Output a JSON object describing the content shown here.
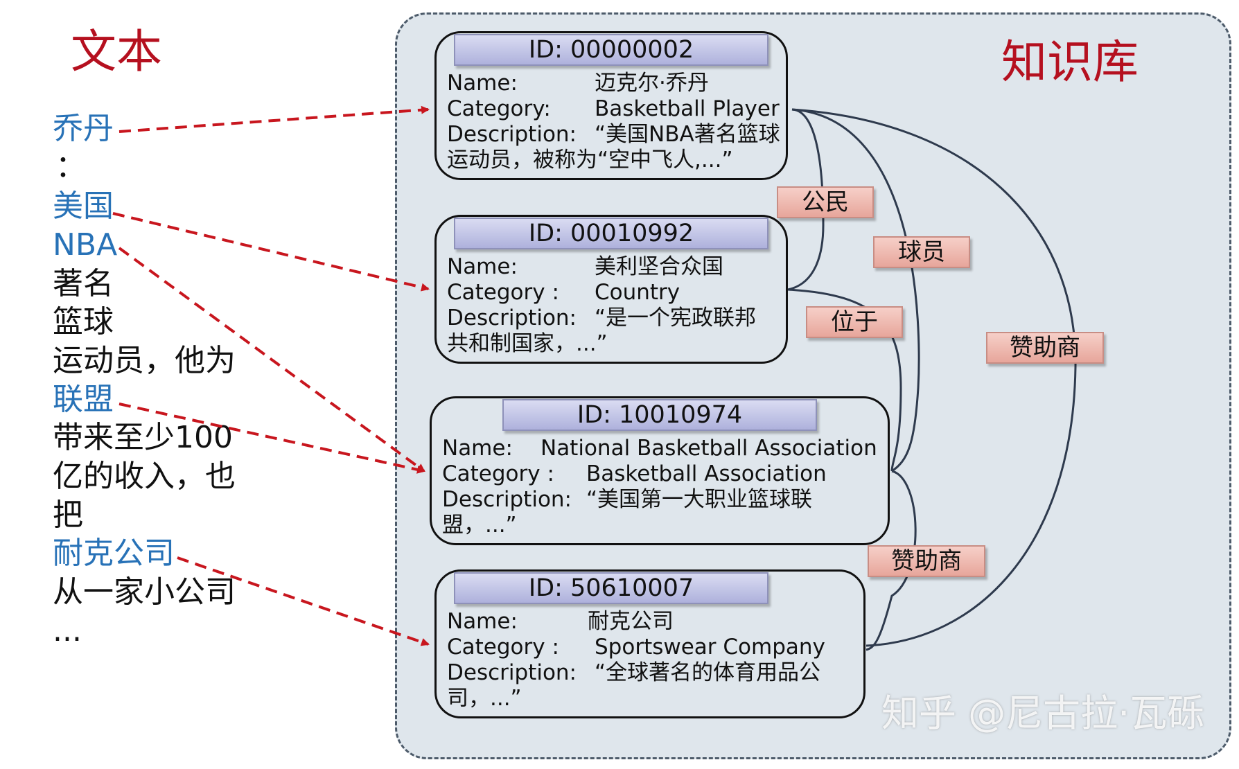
{
  "text_section": {
    "title": "文本",
    "words": [
      {
        "text": "乔丹",
        "highlight": true
      },
      {
        "text": "：",
        "highlight": false
      },
      {
        "text": "美国",
        "highlight": true
      },
      {
        "text": "NBA",
        "highlight": true
      },
      {
        "text": "著名",
        "highlight": false
      },
      {
        "text": "篮球",
        "highlight": false
      },
      {
        "text": "运动员，他为",
        "highlight": false
      },
      {
        "text": "联盟",
        "highlight": true
      },
      {
        "text": "带来至少100",
        "highlight": false
      },
      {
        "text": "亿的收入，也",
        "highlight": false
      },
      {
        "text": "把",
        "highlight": false
      },
      {
        "text": "耐克公司",
        "highlight": true
      },
      {
        "text": "从一家小公司",
        "highlight": false
      },
      {
        "text": "...",
        "highlight": false
      }
    ]
  },
  "kb_section": {
    "title": "知识库",
    "entities": [
      {
        "id": "ID: 00000002",
        "name_label": "Name:",
        "name_value": "迈克尔·乔丹",
        "category_label": "Category:",
        "category_value": "Basketball Player",
        "description_label": "Description:",
        "description_value": "“美国NBA著名篮球",
        "description_cont": "运动员，被称为“空中飞人,...”"
      },
      {
        "id": "ID: 00010992",
        "name_label": "Name:",
        "name_value": "美利坚合众国",
        "category_label": "Category :",
        "category_value": "Country",
        "description_label": "Description:",
        "description_value": "“是一个宪政联邦",
        "description_cont": "共和制国家，...”"
      },
      {
        "id": "ID: 10010974",
        "name_label": "Name:",
        "name_value": "National Basketball Association",
        "category_label": "Category :",
        "category_value": "Basketball Association",
        "description_label": "Description:",
        "description_value": "“美国第一大职业篮球联",
        "description_cont": "盟，...”"
      },
      {
        "id": "ID: 50610007",
        "name_label": "Name:",
        "name_value": "耐克公司",
        "category_label": "Category :",
        "category_value": "Sportswear Company",
        "description_label": "Description:",
        "description_value": "“全球著名的体育用品公",
        "description_cont": "司，...”"
      }
    ],
    "relations": [
      {
        "label": "公民"
      },
      {
        "label": "球员"
      },
      {
        "label": "位于"
      },
      {
        "label": "赞助商"
      },
      {
        "label": "赞助商"
      }
    ]
  },
  "watermark": "知乎 @尼古拉·瓦砾",
  "colors": {
    "title_red": "#b5101f",
    "highlight_blue": "#2872b7",
    "arrow_red": "#c8161e",
    "panel_bg": "#dfe6ec",
    "id_tab": "#aeb1dc",
    "relation_label": "#e7a69b"
  }
}
